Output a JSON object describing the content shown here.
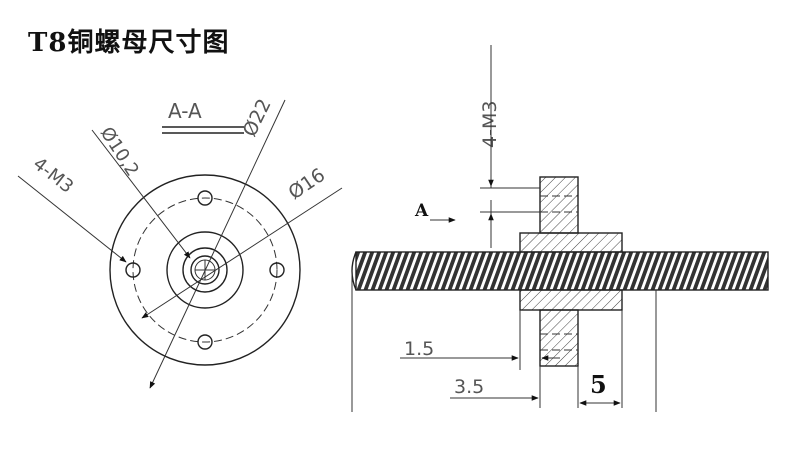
{
  "title": "T8铜螺母尺寸图",
  "section_label": "A-A",
  "dims": {
    "d22": "Ø22",
    "d10_2": "Ø10,2",
    "d16": "Ø16",
    "holes_left": "4-M3",
    "holes_side": "4-M3",
    "arrow_a": "A",
    "d1_5": "1.5",
    "d3_5": "3.5",
    "d5": "5"
  }
}
